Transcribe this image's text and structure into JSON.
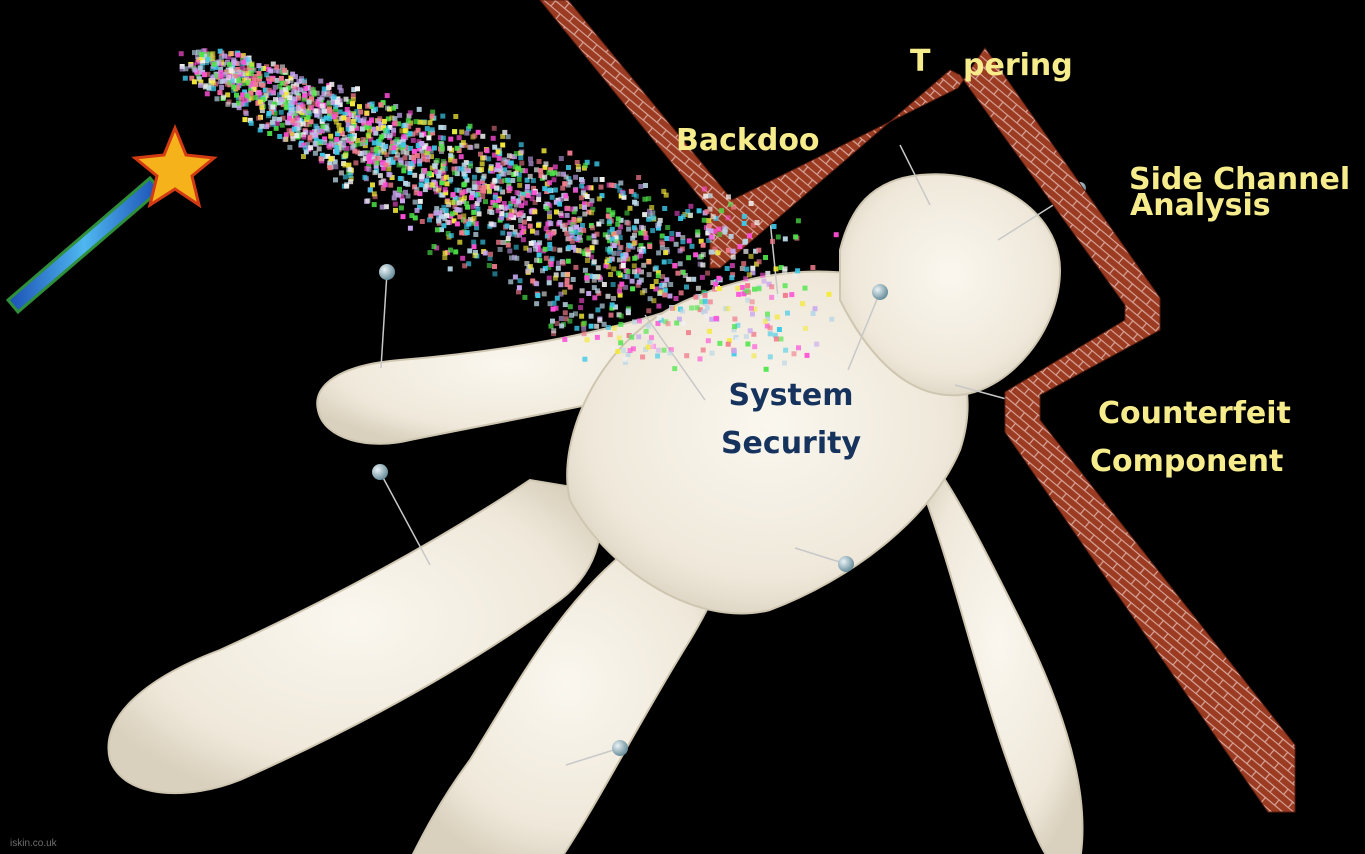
{
  "labels": {
    "backdoor": "Backdoo",
    "tampering": "pering",
    "tampering_prefix": "T",
    "side_channel_line1": "Side Channel",
    "side_channel_line2": "Analysis",
    "counterfeit_line1": "Counterfeit",
    "counterfeit_line2": "Component",
    "system_line1": "System",
    "system_line2": "Security"
  },
  "watermark": "iskin.co.uk",
  "colors": {
    "background": "#000000",
    "label_yellow": "#f6ec8c",
    "label_navy": "#16335e",
    "brick": "#9a3b22",
    "mortar": "#d9a59a",
    "doll": "#f3eee3"
  },
  "icons": [
    "magic-wand-icon",
    "star-icon",
    "pin-icon"
  ]
}
